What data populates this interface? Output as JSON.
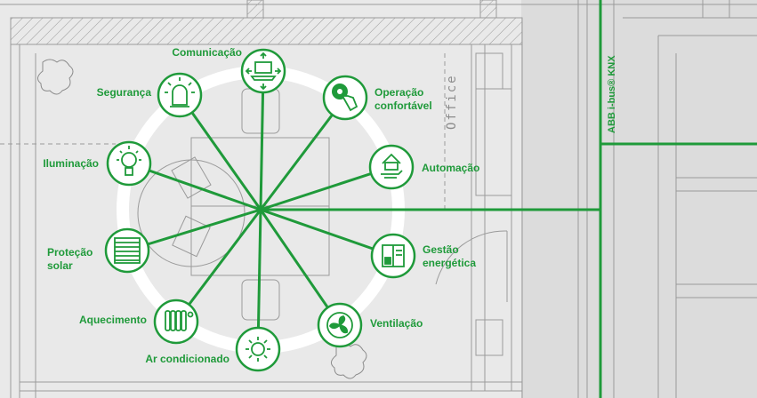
{
  "room_label": "Office",
  "bus_label": "ABB i-bus® KNX",
  "colors": {
    "accent": "#1f9a3a",
    "background": "#e9e9e9",
    "lines": "#9a9a9a",
    "ring": "#ffffff"
  },
  "nodes": [
    {
      "id": "comunicacao",
      "label": "Comunicação",
      "icon": "laptop-icon"
    },
    {
      "id": "operacao",
      "label": "Operação confortável",
      "line1": "Operação",
      "line2": "confortável",
      "icon": "touch-hand-icon"
    },
    {
      "id": "automacao",
      "label": "Automação",
      "icon": "house-hand-icon"
    },
    {
      "id": "gestao",
      "label": "Gestão energética",
      "line1": "Gestão",
      "line2": "energética",
      "icon": "energy-meter-icon"
    },
    {
      "id": "ventilacao",
      "label": "Ventilação",
      "icon": "fan-icon"
    },
    {
      "id": "ar",
      "label": "Ar condicionado",
      "icon": "snowflake-sun-icon"
    },
    {
      "id": "aquecimento",
      "label": "Aquecimento",
      "icon": "radiator-icon"
    },
    {
      "id": "protecao",
      "label": "Proteção solar",
      "line1": "Proteção",
      "line2": "solar",
      "icon": "blinds-icon"
    },
    {
      "id": "iluminacao",
      "label": "Iluminação",
      "icon": "light-bulb-icon"
    },
    {
      "id": "seguranca",
      "label": "Segurança",
      "icon": "alarm-light-icon"
    }
  ]
}
